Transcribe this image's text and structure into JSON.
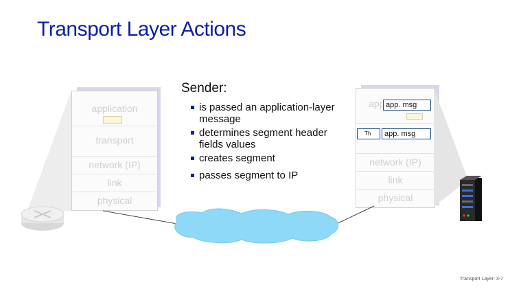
{
  "slide": {
    "title": "Transport Layer Actions",
    "footer": "Transport Layer: 3-7"
  },
  "left_stack": {
    "layers": [
      "application",
      "transport",
      "network (IP)",
      "link",
      "physical"
    ]
  },
  "right_stack": {
    "layers": [
      "app",
      "",
      "network (IP)",
      "link",
      "physical"
    ],
    "app_msg_top": "app. msg",
    "header_label": "Th",
    "app_msg_segment": "app. msg"
  },
  "sender": {
    "heading": "Sender:",
    "bullets": [
      "is passed an application-layer message",
      "determines segment header fields values",
      "creates segment",
      "passes segment to IP"
    ]
  },
  "colors": {
    "title": "#0b1ea8",
    "cloud": "#8ed8f8",
    "box_border": "#1c4f86"
  },
  "icons": {
    "router": "router-icon",
    "server": "server-icon",
    "network": "cloud-icon"
  }
}
